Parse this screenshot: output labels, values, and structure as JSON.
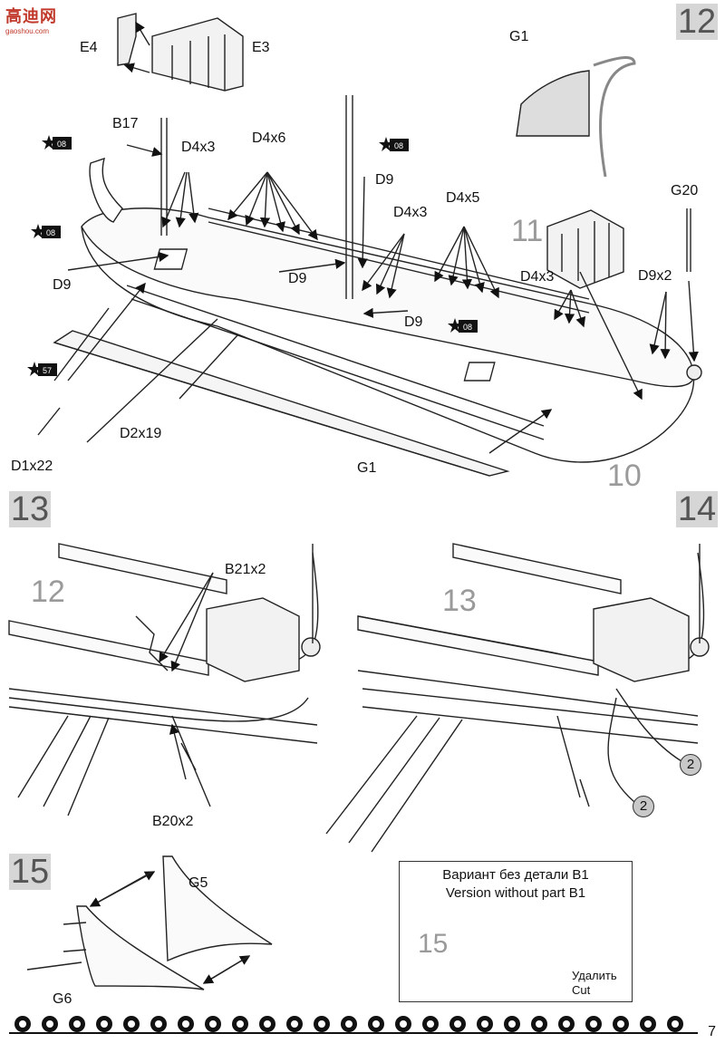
{
  "header": {
    "logo_text": "高迪网",
    "logo_sub": "gaoshou.com"
  },
  "steps": {
    "s12": "12",
    "s13": "13",
    "s14": "14",
    "s15": "15"
  },
  "step12": {
    "parts": {
      "E4": "E4",
      "E3": "E3",
      "G1_top": "G1",
      "B17": "B17",
      "D4x3_a": "D4x3",
      "D4x6": "D4x6",
      "D9_a": "D9",
      "G20": "G20",
      "D9_b": "D9",
      "D9_c": "D9",
      "D4x3_b": "D4x3",
      "D4x5": "D4x5",
      "D4x3_c": "D4x3",
      "D9x2": "D9x2",
      "D9_d": "D9",
      "D1x22": "D1x22",
      "D2x19": "D2x19",
      "G1_bottom": "G1"
    },
    "ghost_11": "11",
    "ghost_10": "10",
    "paint_refs": {
      "p1": "08",
      "p2": "08",
      "p3": "08",
      "p4": "08",
      "p5": "57"
    }
  },
  "step13": {
    "ghost": "12",
    "B21x2": "B21x2",
    "B20x2": "B20x2"
  },
  "step14": {
    "ghost": "13",
    "callout1": "2",
    "callout2": "2"
  },
  "step15": {
    "G5": "G5",
    "G6": "G6",
    "note_ru": "Вариант без детали B1",
    "note_en": "Version without  part B1",
    "note_ghost": "15",
    "cut_ru": "Удалить",
    "cut_en": "Cut"
  },
  "page_number": "7"
}
